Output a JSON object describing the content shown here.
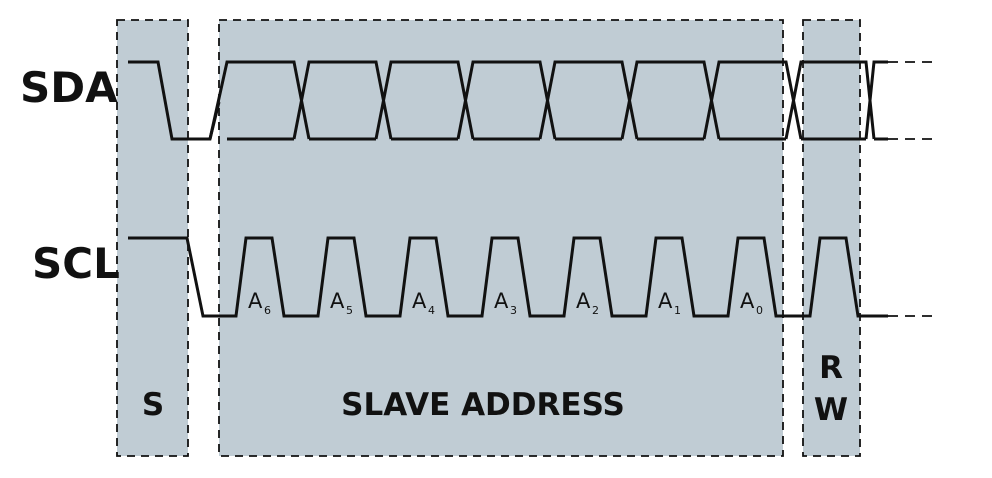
{
  "signals": {
    "sda": "SDA",
    "scl": "SCL"
  },
  "sections": {
    "start": "S",
    "slave_address": "SLAVE ADDRESS",
    "rw_top": "R",
    "rw_bottom": "W"
  },
  "bits": [
    {
      "name": "A",
      "sub": "6"
    },
    {
      "name": "A",
      "sub": "5"
    },
    {
      "name": "A",
      "sub": "4"
    },
    {
      "name": "A",
      "sub": "3"
    },
    {
      "name": "A",
      "sub": "2"
    },
    {
      "name": "A",
      "sub": "1"
    },
    {
      "name": "A",
      "sub": "0"
    }
  ],
  "colors": {
    "section_fill": "#c0ccd4",
    "line": "#111111"
  }
}
